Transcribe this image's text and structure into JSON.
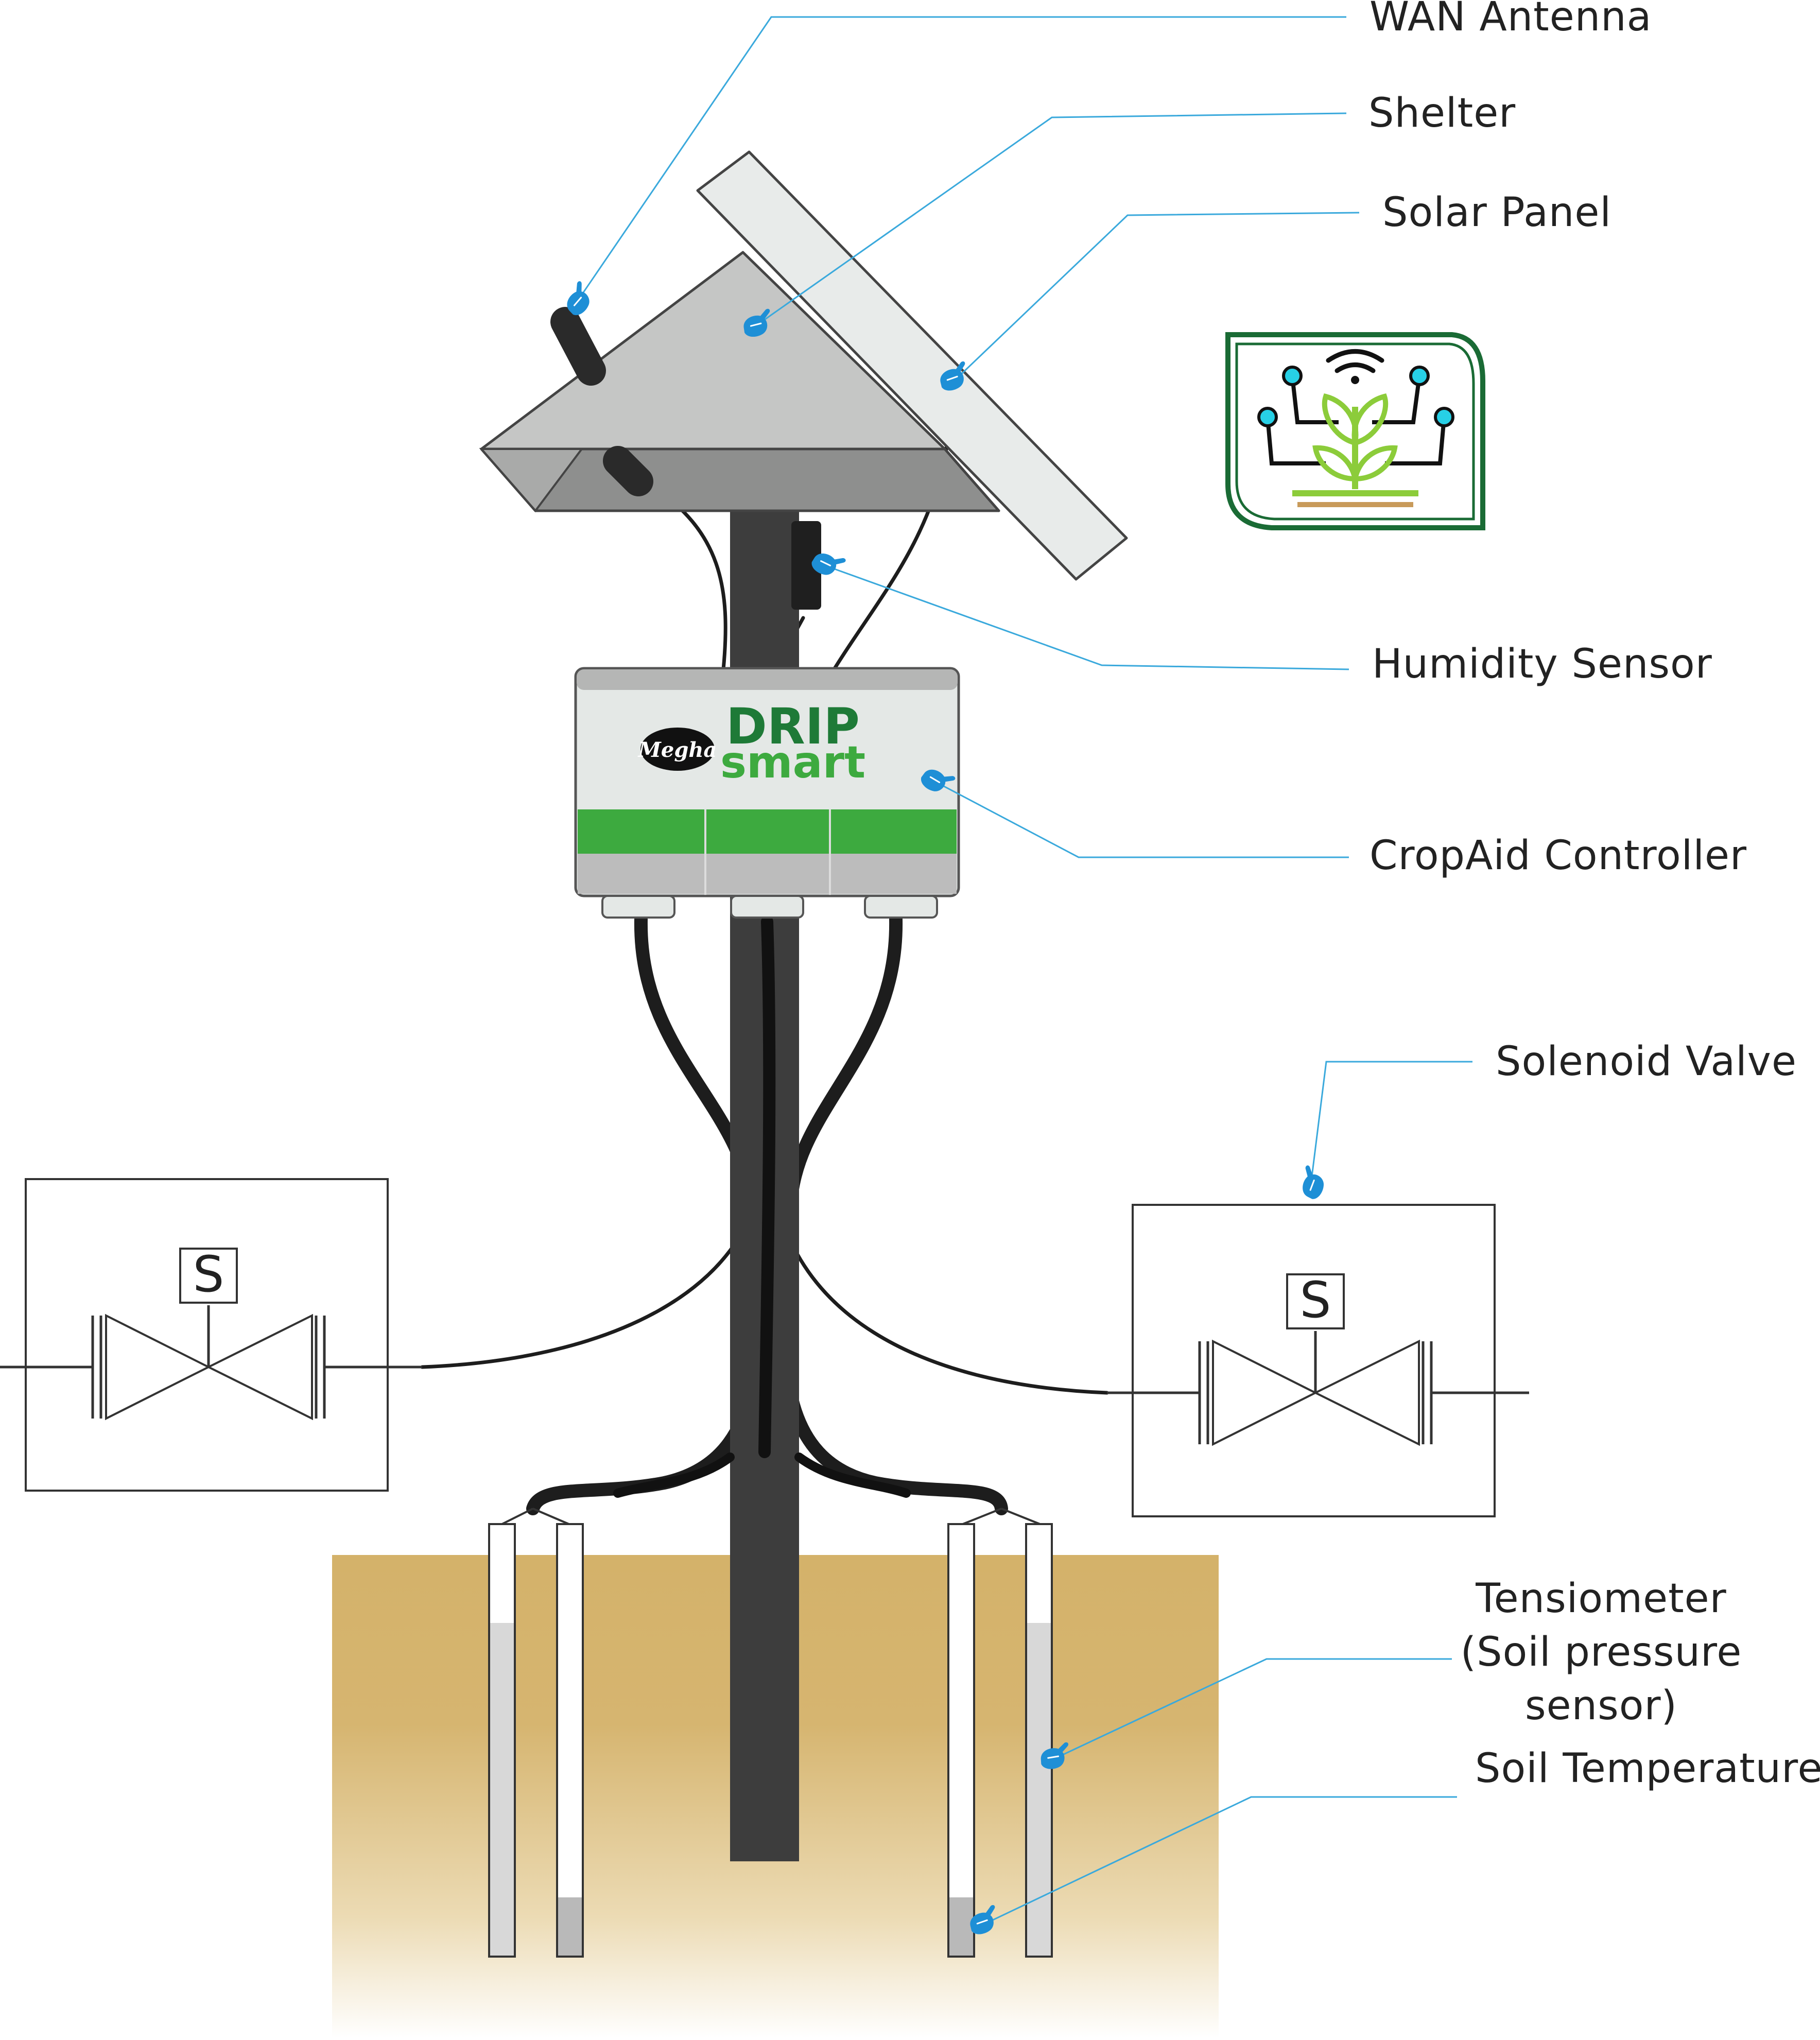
{
  "labels": {
    "wan_antenna": "WAN Antenna",
    "shelter": "Shelter",
    "solar_panel": "Solar Panel",
    "humidity_sensor": "Humidity Sensor",
    "controller": "CropAid Controller",
    "solenoid_valve": "Solenoid Valve",
    "tensiometer_line1": "Tensiometer",
    "tensiometer_line2": "(Soil pressure",
    "tensiometer_line3": "sensor)",
    "soil_temperature": "Soil Temperature"
  },
  "controller_box": {
    "brand_small": "Megha",
    "brand_line1": "DRIP",
    "brand_line2": "smart"
  },
  "valve_symbol": "S",
  "icons": {
    "logo": "plant-iot-logo-icon",
    "pointer": "hand-pointer-icon"
  },
  "colors": {
    "leader_line": "#3aa9dc",
    "pointer": "#1e8fd6",
    "brand_green": "#1e7a37",
    "brand_light_green": "#3daa3f",
    "soil": "#d4b26a",
    "pole": "#3d3d3d",
    "shelter": "#c5c6c5",
    "panel": "#e8ebea",
    "logo_green": "#1a6b35",
    "logo_cyan": "#27d0e6",
    "logo_leaf": "#8ccc3a"
  }
}
